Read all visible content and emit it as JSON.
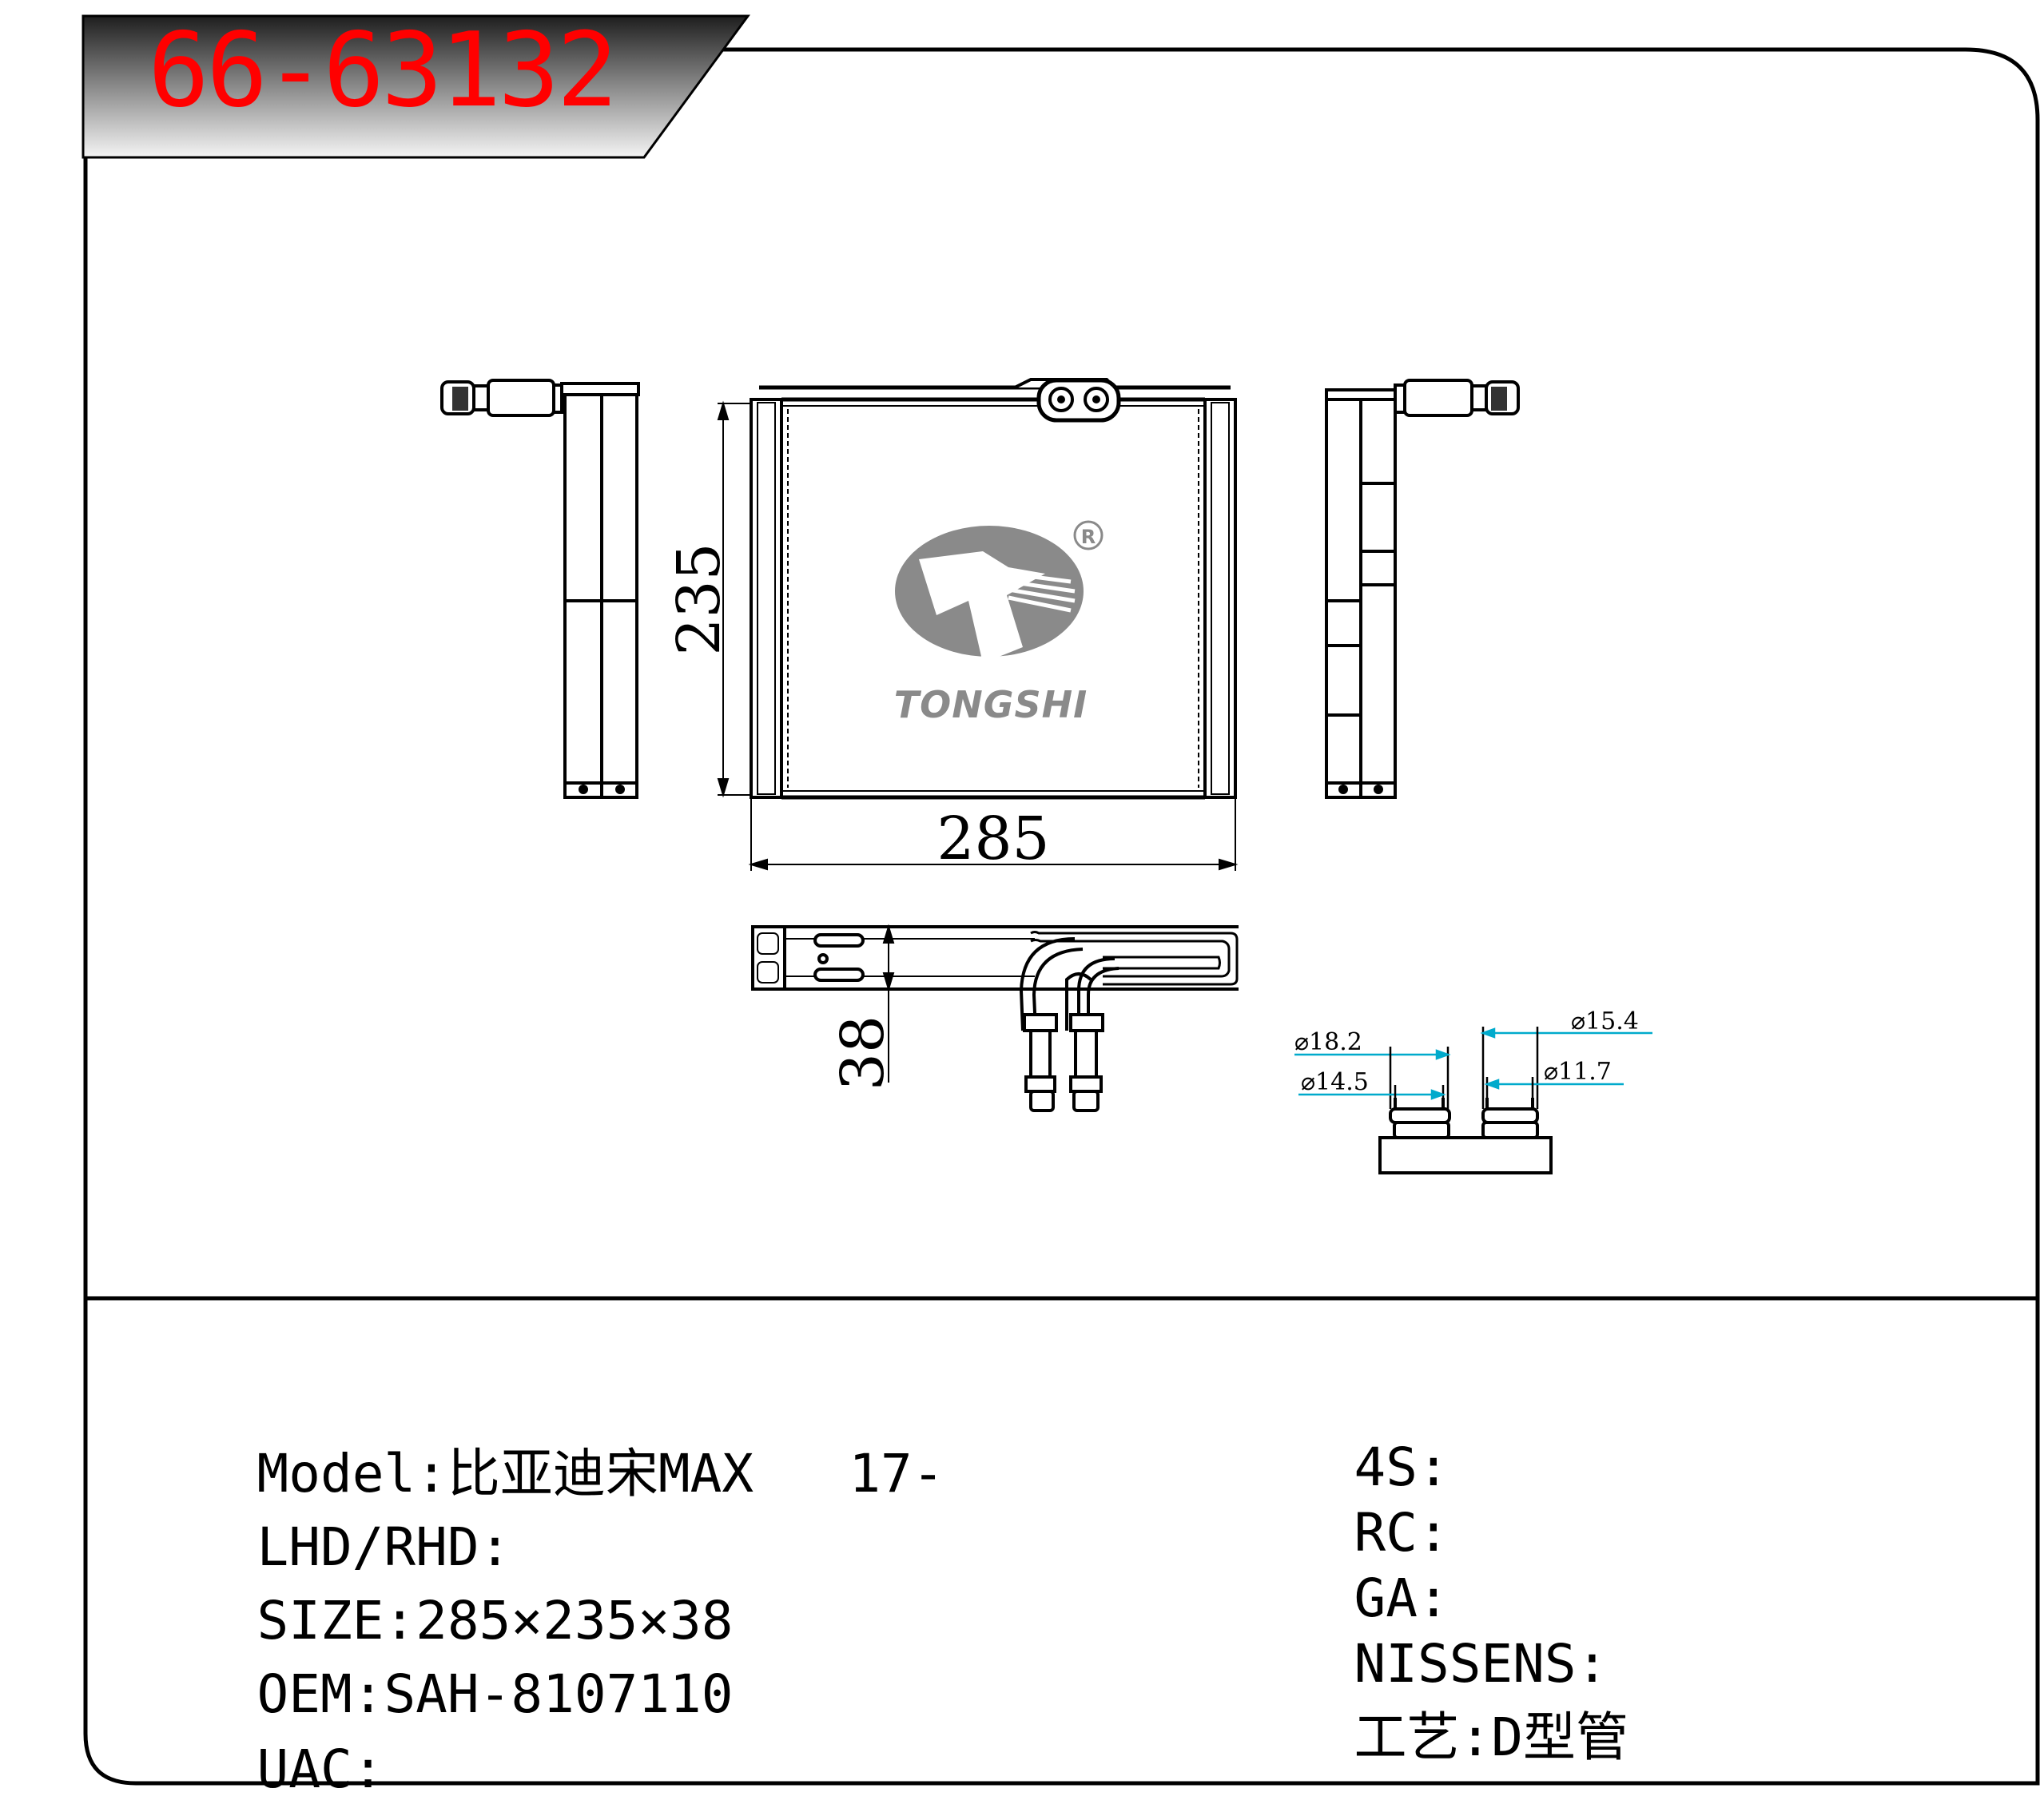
{
  "part_number": "66-63132",
  "brand": {
    "name": "TONGSHI",
    "registered_mark": "R",
    "logo_icon": "tongshi-logo-icon"
  },
  "dimensions": {
    "height": "235",
    "width": "285",
    "depth": "38"
  },
  "pipe_diameters": {
    "outer_left": "⌀18.2",
    "inner_left": "⌀14.5",
    "outer_right": "⌀15.4",
    "inner_right": "⌀11.7"
  },
  "specs_left": [
    {
      "label": "Model:",
      "value": "比亚迪宋MAX   17-"
    },
    {
      "label": "LHD/RHD:",
      "value": ""
    },
    {
      "label": "SIZE:",
      "value": "285×235×38"
    },
    {
      "label": "OEM:",
      "value": "SAH-8107110"
    },
    {
      "label": "UAC:",
      "value": ""
    }
  ],
  "specs_right": [
    {
      "label": "4S:",
      "value": ""
    },
    {
      "label": "RC:",
      "value": ""
    },
    {
      "label": "GA:",
      "value": ""
    },
    {
      "label": "NISSENS:",
      "value": ""
    },
    {
      "label": "工艺:",
      "value": "D型管"
    }
  ],
  "colors": {
    "part_number": "#ff0000",
    "header_band": "#3a3a3a",
    "dimension_blue": "#00aacc",
    "logo_gray": "#8a8a8a"
  }
}
